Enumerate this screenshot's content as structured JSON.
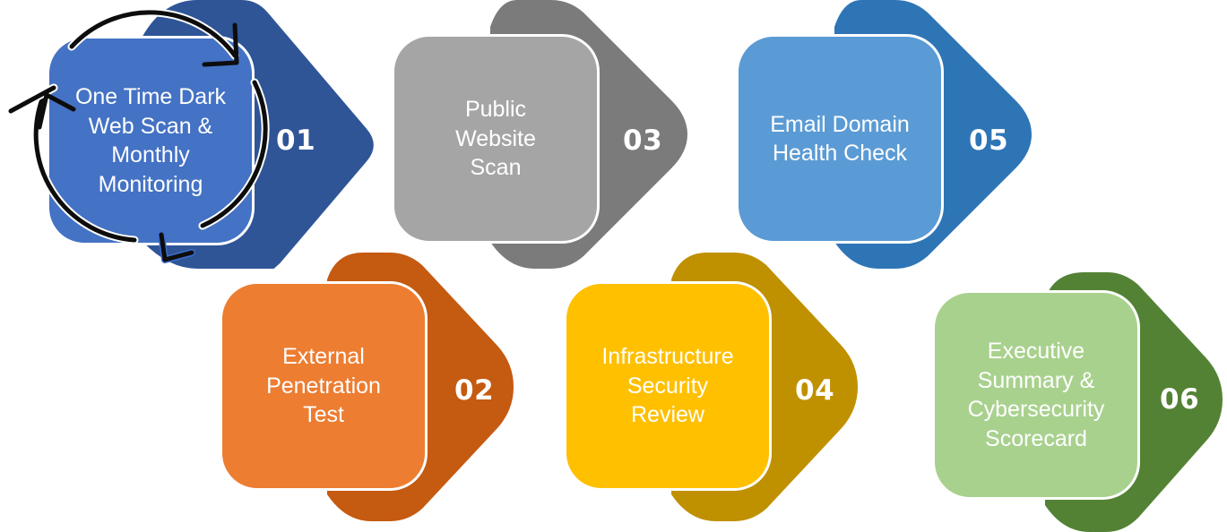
{
  "steps": [
    {
      "number": "01",
      "label": "One Time Dark\nWeb Scan &\nMonthly\nMonitoring",
      "box_color": "#4472c4",
      "arrow_color": "#2f5597"
    },
    {
      "number": "02",
      "label": "External\nPenetration\nTest",
      "box_color": "#ed7d31",
      "arrow_color": "#c55a11"
    },
    {
      "number": "03",
      "label": "Public\nWebsite\nScan",
      "box_color": "#a5a5a5",
      "arrow_color": "#7b7b7b"
    },
    {
      "number": "04",
      "label": "Infrastructure\nSecurity\nReview",
      "box_color": "#ffc000",
      "arrow_color": "#bf9000"
    },
    {
      "number": "05",
      "label": "Email Domain\nHealth Check",
      "box_color": "#5b9bd5",
      "arrow_color": "#2e75b6"
    },
    {
      "number": "06",
      "label": "Executive\nSummary &\nCybersecurity\nScorecard",
      "box_color": "#a9d18e",
      "arrow_color": "#548235"
    }
  ],
  "icons": {
    "cycle": "cycle-arrows-icon"
  }
}
